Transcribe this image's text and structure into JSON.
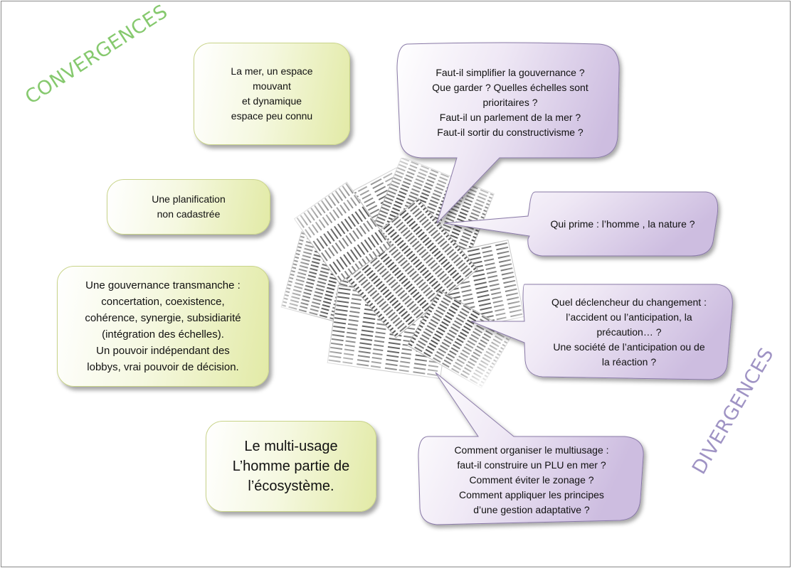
{
  "headings": {
    "convergences": "CONVERGENCES",
    "divergences": "DIVERGENCES"
  },
  "convergences": [
    {
      "text": "La mer,  un espace\nmouvant\net dynamique\nespace peu connu"
    },
    {
      "text": "Une planification\nnon cadastrée"
    },
    {
      "text": "Une gouvernance transmanche :\nconcertation, coexistence,\ncohérence, synergie, subsidiarité\n(intégration des échelles).\nUn pouvoir indépendant des\nlobbys, vrai pouvoir de décision."
    },
    {
      "text": "Le multi-usage\nL’homme partie de\nl’écosystème."
    }
  ],
  "divergences": [
    {
      "lines": [
        "Faut-il simplifier la gouvernance ?",
        "Que garder  ? Quelles échelles sont",
        "prioritaires ?",
        "Faut-il un parlement de la mer ?",
        "Faut-il sortir du constructivisme ?"
      ]
    },
    {
      "lines": [
        "Qui prime : l’homme , la nature ?"
      ]
    },
    {
      "lines": [
        "Quel déclencheur du changement :",
        "l’accident ou l’anticipation, la",
        "précaution… ?",
        "Une société de l’anticipation ou de",
        "la réaction ?"
      ]
    },
    {
      "lines": [
        "Comment organiser le multiusage :",
        "faut-il  construire un PLU en mer ?",
        "Comment éviter le zonage ?",
        "Comment appliquer les principes",
        "d’une gestion adaptative ?"
      ]
    }
  ],
  "colors": {
    "convergence_green": "#86c96e",
    "divergence_purple": "#9f93c4",
    "bubble_purple": "#d7c9e6",
    "bubble_green": "#e2eaa6"
  },
  "center_image": "newspaper-collage"
}
